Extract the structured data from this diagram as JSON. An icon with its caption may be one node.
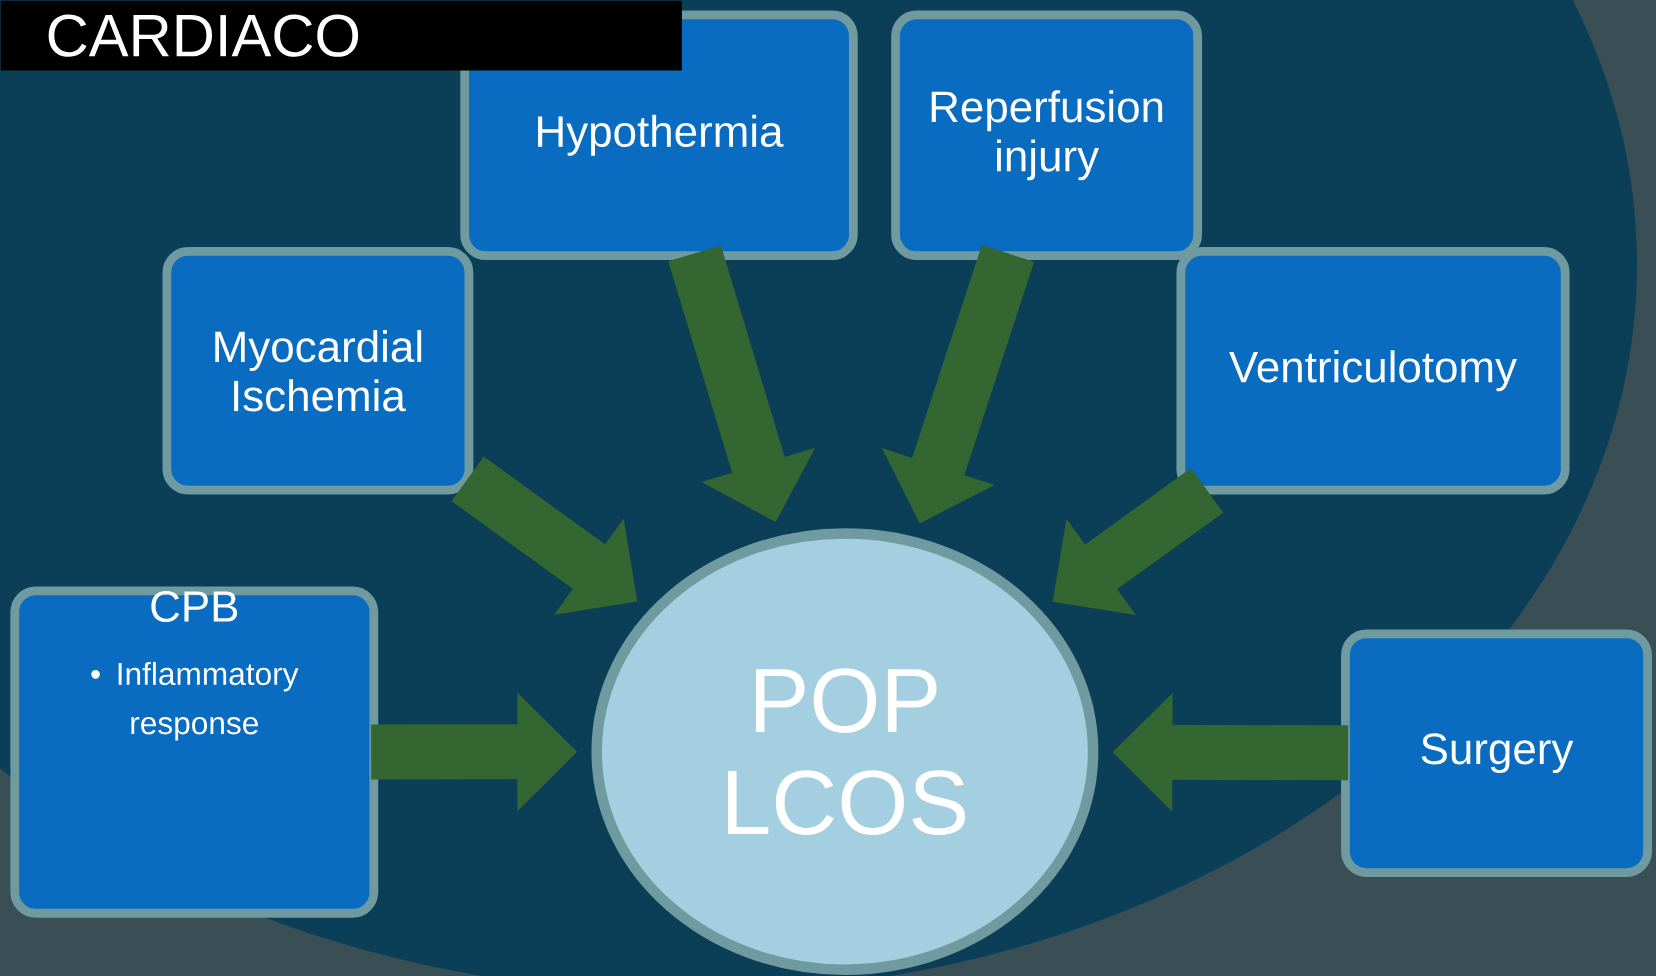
{
  "diagram": {
    "title": "CARDIACO",
    "nodes": [
      {
        "text": [
          "Hypothermia"
        ]
      },
      {
        "text": [
          "Reperfusion injury"
        ]
      },
      {
        "text": [
          "Myocardial Ischemia"
        ]
      },
      {
        "text": [
          "Ventriculotomy"
        ]
      },
      {
        "text": [
          "CPB",
          "• Inflammatory response"
        ]
      },
      {
        "text": [
          "POP LCOS"
        ]
      },
      {
        "text": [
          "Surgery"
        ]
      }
    ],
    "edges": [
      {
        "from": 0,
        "to": 5,
        "arrow": "to"
      },
      {
        "from": 1,
        "to": 5,
        "arrow": "to"
      },
      {
        "from": 2,
        "to": 5,
        "arrow": "to"
      },
      {
        "from": 3,
        "to": 5,
        "arrow": "to"
      },
      {
        "from": 4,
        "to": 5,
        "arrow": "to"
      },
      {
        "from": 6,
        "to": 5,
        "arrow": "to"
      }
    ]
  }
}
